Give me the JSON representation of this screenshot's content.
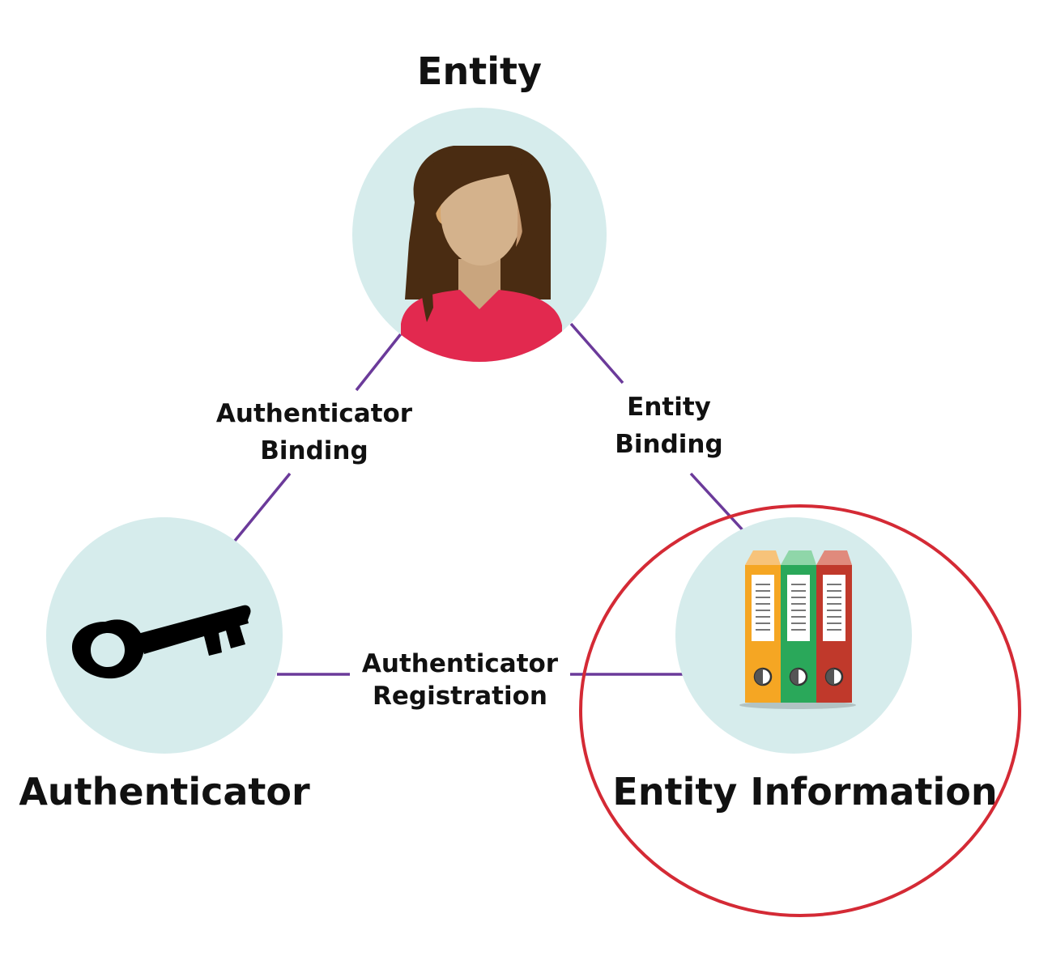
{
  "nodes": {
    "entity": {
      "title": "Entity",
      "icon": "person-icon"
    },
    "authenticator": {
      "title": "Authenticator",
      "icon": "key-icon"
    },
    "entity_information": {
      "title": "Entity Information",
      "icon": "binders-icon"
    }
  },
  "edges": {
    "authenticator_binding": {
      "line1": "Authenticator",
      "line2": "Binding"
    },
    "entity_binding": {
      "line1": "Entity",
      "line2": "Binding"
    },
    "authenticator_registration": {
      "line1": "Authenticator",
      "line2": "Registration"
    }
  },
  "highlight": {
    "target": "entity_information"
  },
  "colors": {
    "node_circle": "#d6ecec",
    "connector_line": "#6b3a9a",
    "highlight_ring": "#d42a35",
    "hair": "#4a2c12",
    "face": "#d4b28c",
    "shirt": "#e2294f",
    "binder_orange": "#f5a623",
    "binder_green": "#2aa85a",
    "binder_red": "#c0392b",
    "key": "#000000"
  }
}
